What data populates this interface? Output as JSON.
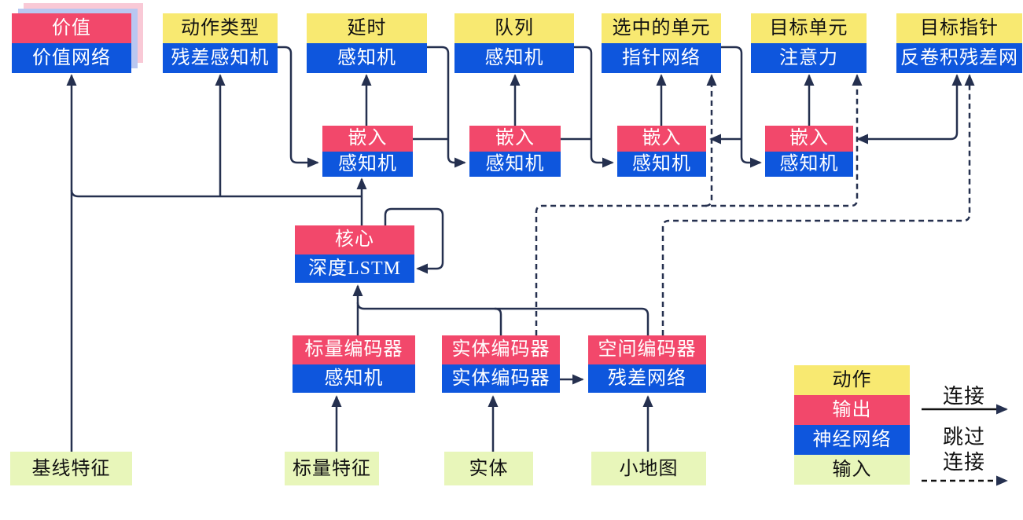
{
  "diagram": {
    "title_implicit": "",
    "heads": [
      {
        "top": "价值",
        "bottom": "价值网络"
      },
      {
        "top": "动作类型",
        "bottom": "残差感知机"
      },
      {
        "top": "延时",
        "bottom": "感知机"
      },
      {
        "top": "队列",
        "bottom": "感知机"
      },
      {
        "top": "选中的单元",
        "bottom": "指针网络"
      },
      {
        "top": "目标单元",
        "bottom": "注意力"
      },
      {
        "top": "目标指针",
        "bottom": "反卷积残差网"
      }
    ],
    "embeddings": [
      {
        "top": "嵌入",
        "bottom": "感知机"
      },
      {
        "top": "嵌入",
        "bottom": "感知机"
      },
      {
        "top": "嵌入",
        "bottom": "感知机"
      },
      {
        "top": "嵌入",
        "bottom": "感知机"
      }
    ],
    "core": {
      "top": "核心",
      "bottom": "深度LSTM"
    },
    "encoders": [
      {
        "top": "标量编码器",
        "bottom": "感知机"
      },
      {
        "top": "实体编码器",
        "bottom": "实体编码器"
      },
      {
        "top": "空间编码器",
        "bottom": "残差网络"
      }
    ],
    "inputs": [
      "基线特征",
      "标量特征",
      "实体",
      "小地图"
    ],
    "legend": {
      "items": [
        {
          "label": "动作",
          "type": "action"
        },
        {
          "label": "输出",
          "type": "output"
        },
        {
          "label": "神经网络",
          "type": "network"
        },
        {
          "label": "输入",
          "type": "input"
        }
      ],
      "solid_label": "连接",
      "dashed_label_line1": "跳过",
      "dashed_label_line2": "连接"
    },
    "colors": {
      "action_yellow": "#f8e971",
      "output_red": "#f2486b",
      "network_blue": "#0e56dd",
      "input_green": "#e8f6ba",
      "wire_navy": "#25304f",
      "value_shadow_pink": "#f9c9d6",
      "value_shadow_blue": "#b9c7f1"
    },
    "edges": [
      {
        "from": "基线特征",
        "to": "价值网络",
        "style": "solid"
      },
      {
        "from": "核心",
        "to": "价值网络",
        "style": "solid"
      },
      {
        "from": "核心",
        "to": "残差感知机",
        "style": "solid"
      },
      {
        "from": "核心",
        "to": "嵌入1",
        "style": "solid"
      },
      {
        "from": "核心",
        "to": "核心",
        "style": "solid"
      },
      {
        "from": "动作类型",
        "to": "嵌入1",
        "style": "solid"
      },
      {
        "from": "嵌入1",
        "to": "延时",
        "style": "solid"
      },
      {
        "from": "延时",
        "to": "嵌入2",
        "style": "solid"
      },
      {
        "from": "嵌入2",
        "to": "队列",
        "style": "solid"
      },
      {
        "from": "队列",
        "to": "嵌入3",
        "style": "solid"
      },
      {
        "from": "嵌入3",
        "to": "选中的单元",
        "style": "solid"
      },
      {
        "from": "选中的单元",
        "to": "嵌入3",
        "style": "solid"
      },
      {
        "from": "选中的单元",
        "to": "嵌入4",
        "style": "solid"
      },
      {
        "from": "嵌入4",
        "to": "目标单元",
        "style": "solid"
      },
      {
        "from": "嵌入4",
        "to": "反卷积残差网",
        "style": "solid"
      },
      {
        "from": "标量特征",
        "to": "标量编码器",
        "style": "solid"
      },
      {
        "from": "实体",
        "to": "实体编码器",
        "style": "solid"
      },
      {
        "from": "小地图",
        "to": "空间编码器",
        "style": "solid"
      },
      {
        "from": "标量编码器",
        "to": "核心",
        "style": "solid"
      },
      {
        "from": "实体编码器",
        "to": "核心",
        "style": "solid"
      },
      {
        "from": "空间编码器",
        "to": "核心",
        "style": "solid"
      },
      {
        "from": "实体编码器",
        "to": "残差网络",
        "style": "solid"
      },
      {
        "from": "实体编码器",
        "to": "指针网络",
        "style": "dashed"
      },
      {
        "from": "实体编码器",
        "to": "注意力",
        "style": "dashed"
      },
      {
        "from": "空间编码器",
        "to": "反卷积残差网",
        "style": "dashed"
      }
    ]
  }
}
